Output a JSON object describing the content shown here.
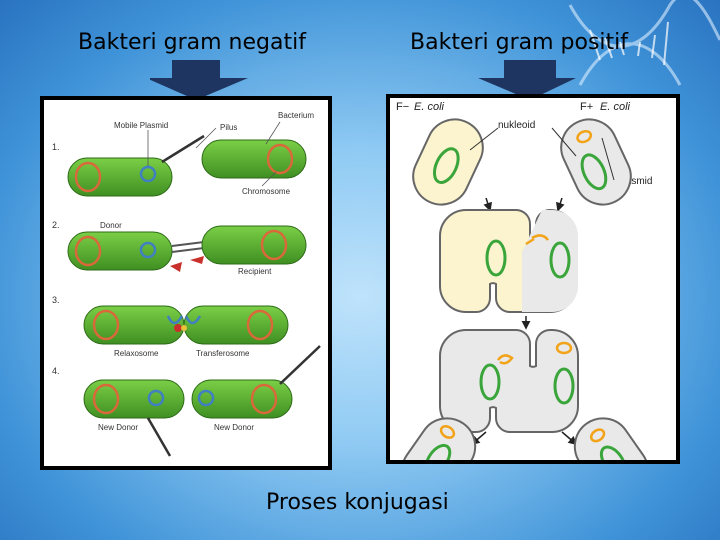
{
  "slide": {
    "title_left": "Bakteri gram negatif",
    "title_right": "Bakteri gram positif",
    "caption": "Proses konjugasi"
  },
  "left_diagram": {
    "steps": [
      "1.",
      "2.",
      "3.",
      "4."
    ],
    "labels": {
      "mobile_plasmid": "Mobile Plasmid",
      "pilus": "Pilus",
      "bacterium": "Bacterium",
      "chromosome": "Chromosome",
      "donor": "Donor",
      "recipient": "Recipient",
      "relaxosome": "Relaxosome",
      "transferosome": "Transferosome",
      "new_donor_1": "New Donor",
      "new_donor_2": "New Donor"
    }
  },
  "right_diagram": {
    "labels": {
      "f_minus": "F−",
      "f_plus": "F+",
      "ecoli_left": "E. coli",
      "ecoli_right": "E. coli",
      "nucleoid": "nukleoid",
      "plasmid": "plasmid"
    }
  },
  "colors": {
    "cell_green": "#5cb531",
    "chromosome_orange": "#d9683a",
    "plasmid_blue": "#3f7fc2",
    "arrow_navy": "#1d3560",
    "fminus_fill": "#fbf4cf",
    "fplus_fill": "#e9e9e9",
    "nucleoid_green": "#3aa53a",
    "plasmid_yellow": "#f2a318"
  }
}
